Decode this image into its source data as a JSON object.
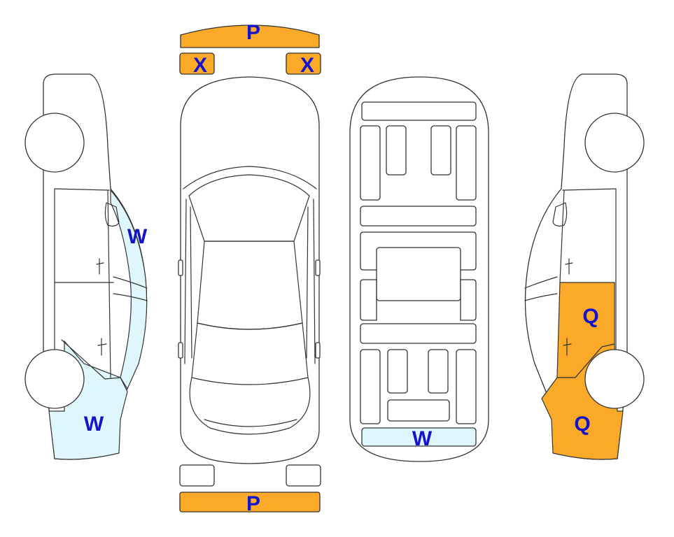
{
  "colors": {
    "orange": "#FBA929",
    "light_blue": "#DFF6FC",
    "label_blue": "#1414CC",
    "outline": "#333333"
  },
  "marks": {
    "front_bumper": "P",
    "left_headlamp": "X",
    "right_headlamp": "X",
    "left_windshield_pillar": "W",
    "left_front_fender": "W",
    "underbody_front": "W",
    "right_front_door": "Q",
    "right_front_fender": "Q",
    "rear_bumper": "P"
  }
}
